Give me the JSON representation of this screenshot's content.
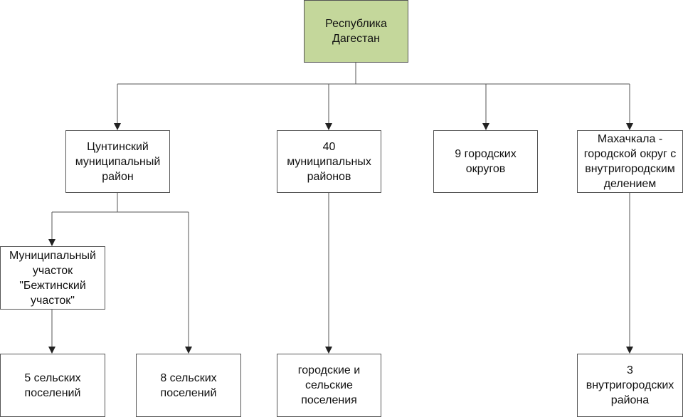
{
  "colors": {
    "root_fill": "#c4d79b",
    "box_border": "#555555",
    "line": "#555555",
    "background": "#ffffff"
  },
  "nodes": {
    "root": "Республика\nДагестан",
    "tsuntinsky": "Цунтинский\nмуниципальный\nрайон",
    "districts40": "40\nмуниципальных\nрайонов",
    "urban9": "9 городских\nокругов",
    "makhachkala": "Махачкала -\nгородской округ с\nвнутригородским\nделением",
    "bezhtinsky": "Муниципальный\nучасток\n\"Бежтинский\nучасток\"",
    "rural5": "5 сельских\nпоселений",
    "rural8": "8 сельских\nпоселений",
    "urban_rural": "городские и\nсельские\nпоселения",
    "intracity3": "3\nвнутригородских\nрайона"
  }
}
